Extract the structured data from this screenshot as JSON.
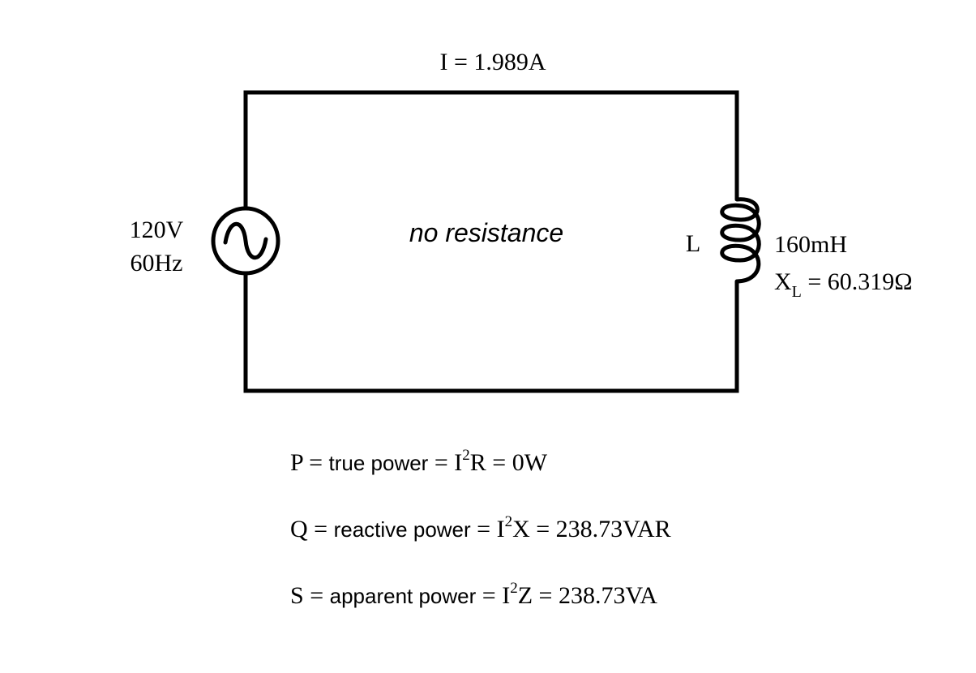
{
  "current_label": "I = 1.989A",
  "source": {
    "voltage": "120V",
    "frequency": "60Hz",
    "symbol": "ac-sine-icon"
  },
  "circuit_note": "no resistance",
  "inductor": {
    "designator": "L",
    "inductance": "160mH",
    "reactance_symbol": "X",
    "reactance_subscript": "L",
    "reactance_value": " = 60.319Ω",
    "symbol": "coil-icon"
  },
  "equations": {
    "p": {
      "symbol": "P",
      "equals_1": " = ",
      "description": "true power",
      "equals_2": " = ",
      "base": "I",
      "exponent": "2",
      "rest": "R = 0W"
    },
    "q": {
      "symbol": "Q",
      "equals_1": " = ",
      "description": "reactive power",
      "equals_2": " = ",
      "base": "I",
      "exponent": "2",
      "rest": "X = 238.73VAR"
    },
    "s": {
      "symbol": "S",
      "equals_1": " = ",
      "description": "apparent power",
      "equals_2": " = ",
      "base": "I",
      "exponent": "2",
      "rest": "Z = 238.73VA"
    }
  }
}
